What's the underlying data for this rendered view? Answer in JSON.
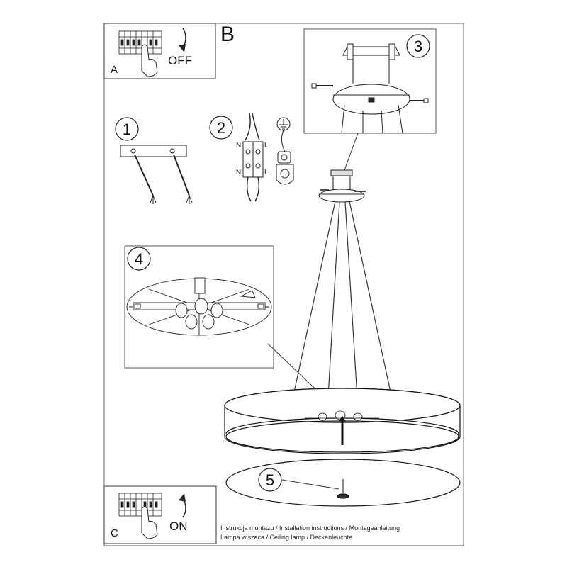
{
  "sheet": {
    "section_label": "B",
    "step_labels": [
      "1",
      "2",
      "3",
      "4",
      "5"
    ]
  },
  "panel_a": {
    "letter": "A",
    "text": "OFF"
  },
  "panel_c": {
    "letter": "C",
    "text": "ON"
  },
  "wiring": {
    "n_top": "N",
    "l_top": "L",
    "n_bottom": "N",
    "l_bottom": "L"
  },
  "captions": {
    "line1": "Instrukcja montażu / Installation instructions / Montageanleitung",
    "line2": "Lampa wisząca / Ceiling lamp / Deckenleuchte"
  }
}
